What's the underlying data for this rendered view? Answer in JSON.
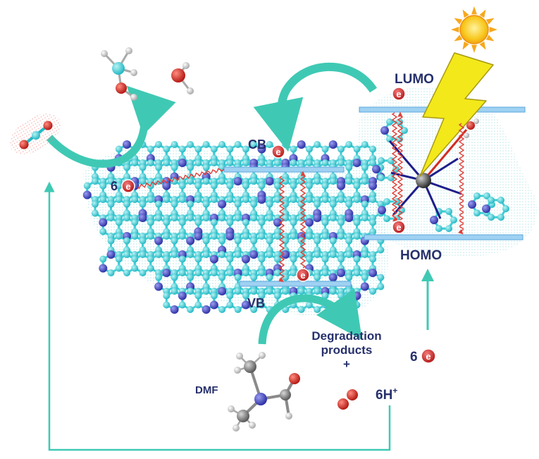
{
  "labels": {
    "lumo": "LUMO",
    "homo": "HOMO",
    "cb": "CB",
    "vb": "VB",
    "six_e_left": "6",
    "six_e_bottom": "6",
    "degradation_line1": "Degradation",
    "degradation_line2": "products",
    "plus": "+",
    "dmf": "DMF",
    "protons": "6H",
    "protons_sup": "+",
    "electron": "e"
  },
  "colors": {
    "arrow_teal": "#3fc9b4",
    "band_blue": "#8fc6ec",
    "lattice_cyan": "#3ccfd6",
    "nitrogen_blue": "#4a4fc8",
    "oxygen_red": "#d42a22",
    "electron_red": "#d23a3a",
    "label_navy": "#26306b",
    "sun_yellow": "#f7c51e",
    "lightning_yellow": "#f3e81a"
  },
  "icons": [
    "sun-icon",
    "lightning-icon",
    "co2-molecule-icon",
    "methanol-molecule-icon",
    "water-molecule-icon",
    "dmf-molecule-icon",
    "o2-molecule-icon",
    "electron-icon"
  ]
}
